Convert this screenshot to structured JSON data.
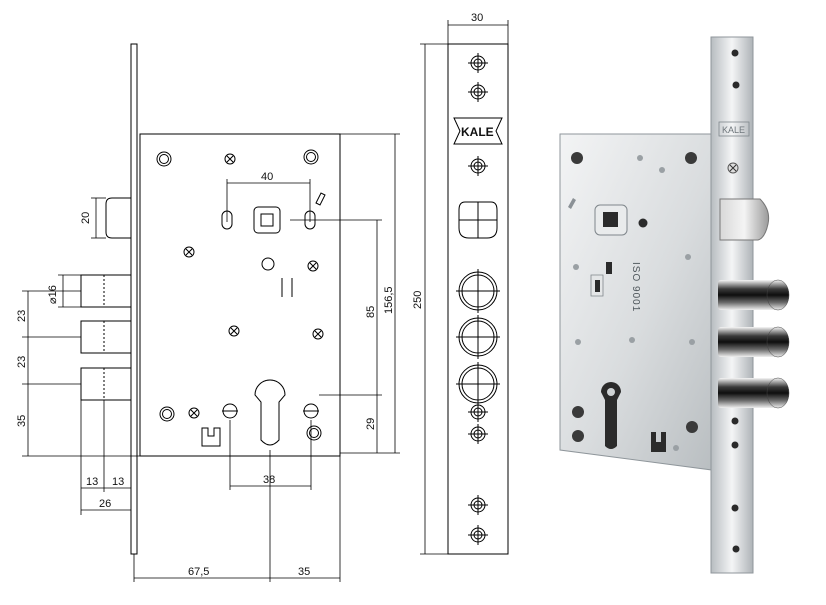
{
  "brand": {
    "logo_text": "KALE"
  },
  "photo_markings": {
    "plate_logo": "KALE",
    "body_code": "ISO 9001"
  },
  "dimensions": {
    "width_40": "40",
    "bolt_20": "20",
    "dia_16": "⌀16",
    "gap_23_a": "23",
    "gap_23_b": "23",
    "bottom_35": "35",
    "offset_13_a": "13",
    "offset_13_b": "13",
    "total_26": "26",
    "cyl_38": "38",
    "backset_67_5": "67,5",
    "edge_35": "35",
    "centre_85": "85",
    "height_156_5": "156,5",
    "cyl_29": "29",
    "plate_30": "30",
    "plate_250": "250"
  },
  "colors": {
    "line": "#000000",
    "steel_light": "#eceeef",
    "steel_mid": "#c9cdd0",
    "steel_dark": "#8f969b",
    "chrome_dark": "#1a1a1a"
  }
}
